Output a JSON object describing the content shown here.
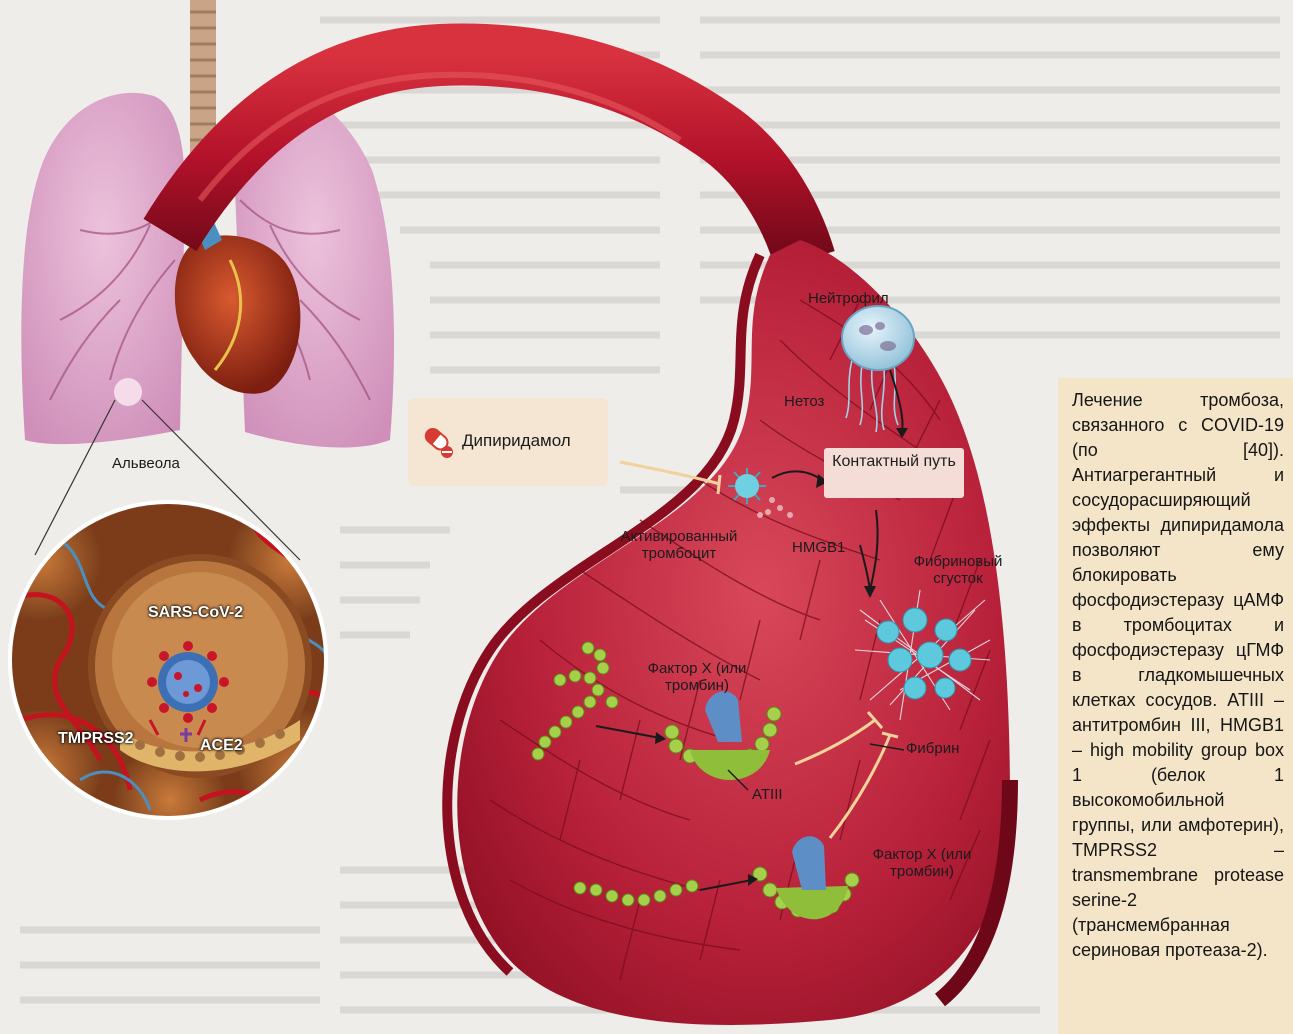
{
  "labels": {
    "alveola": "Альвеола",
    "sars_cov2": "SARS-CoV-2",
    "tmprss2": "TMPRSS2",
    "ace2": "ACE2",
    "dipyridamole": "Дипиридамол",
    "neutrophil": "Нейтрофил",
    "netosis": "Нетоз",
    "contact_pathway": "Контактный путь",
    "activated_platelet": "Активированный тромбоцит",
    "hmgb1": "HMGB1",
    "fibrin_clot": "Фибриновый сгусток",
    "factor_x_1": "Фактор X (или тромбин)",
    "fibrin": "Фибрин",
    "atiii": "ATIII",
    "factor_x_2": "Фактор X (или тромбин)"
  },
  "caption": "Лечение тромбоза, связанного с COVID-19 (по [40]). Антиагрегантный и сосудорасширяющий эффекты дипиридамола позволяют ему блокировать фосфодиэстеразу цАМФ в тромбоцитах и фосфодиэстеразу цГМФ в гладкомышечных клетках сосудов. ATIII – антитромбин III, HMGB1 – high mobility group box 1 (белок 1 высокомобильной группы, или амфотерин), TMPRSS2 – transmembrane protease serine-2 (трансмембранная сериновая протеаза-2).",
  "colors": {
    "vessel": "#b3122a",
    "vessel_dark": "#7e0a1c",
    "lung": "#d9a0c6",
    "caption_bg": "#f4e4c8",
    "box_bg": "#f3ddd6",
    "drug_bg": "#f4e6d3",
    "platelet": "#5ec8dc",
    "factor_green": "#8fbf3a",
    "receptor_blue": "#5d8fc6"
  }
}
